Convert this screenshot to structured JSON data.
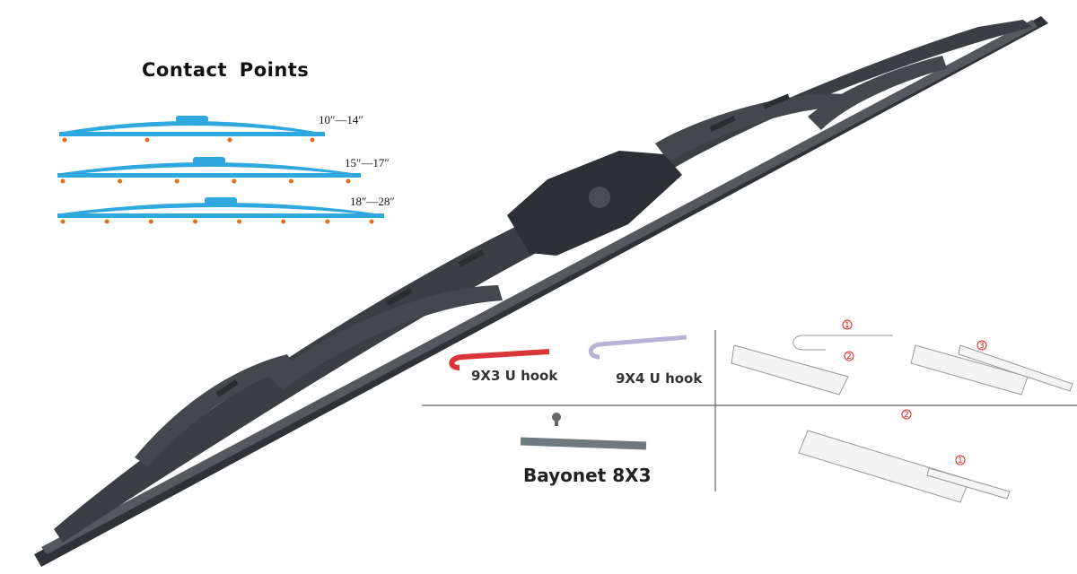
{
  "contact_points": {
    "title": "Contact Points",
    "sizes": [
      "10″—14″",
      "15″—17″",
      "18″—28″"
    ],
    "contact_counts": [
      4,
      6,
      8
    ]
  },
  "adapters": {
    "hook_9x3": "9X3 U hook",
    "hook_9x4": "9X4 U hook",
    "bayonet": "Bayonet 8X3"
  },
  "install_steps": [
    "①",
    "②",
    "③"
  ],
  "colors": {
    "blade": "#3b3e42",
    "diagram_blue": "#2fa8e0",
    "contact_dot": "#e0701e",
    "hook_red": "#d9363a",
    "hook_lilac": "#b8b2d8",
    "step_red": "#dd2222"
  }
}
